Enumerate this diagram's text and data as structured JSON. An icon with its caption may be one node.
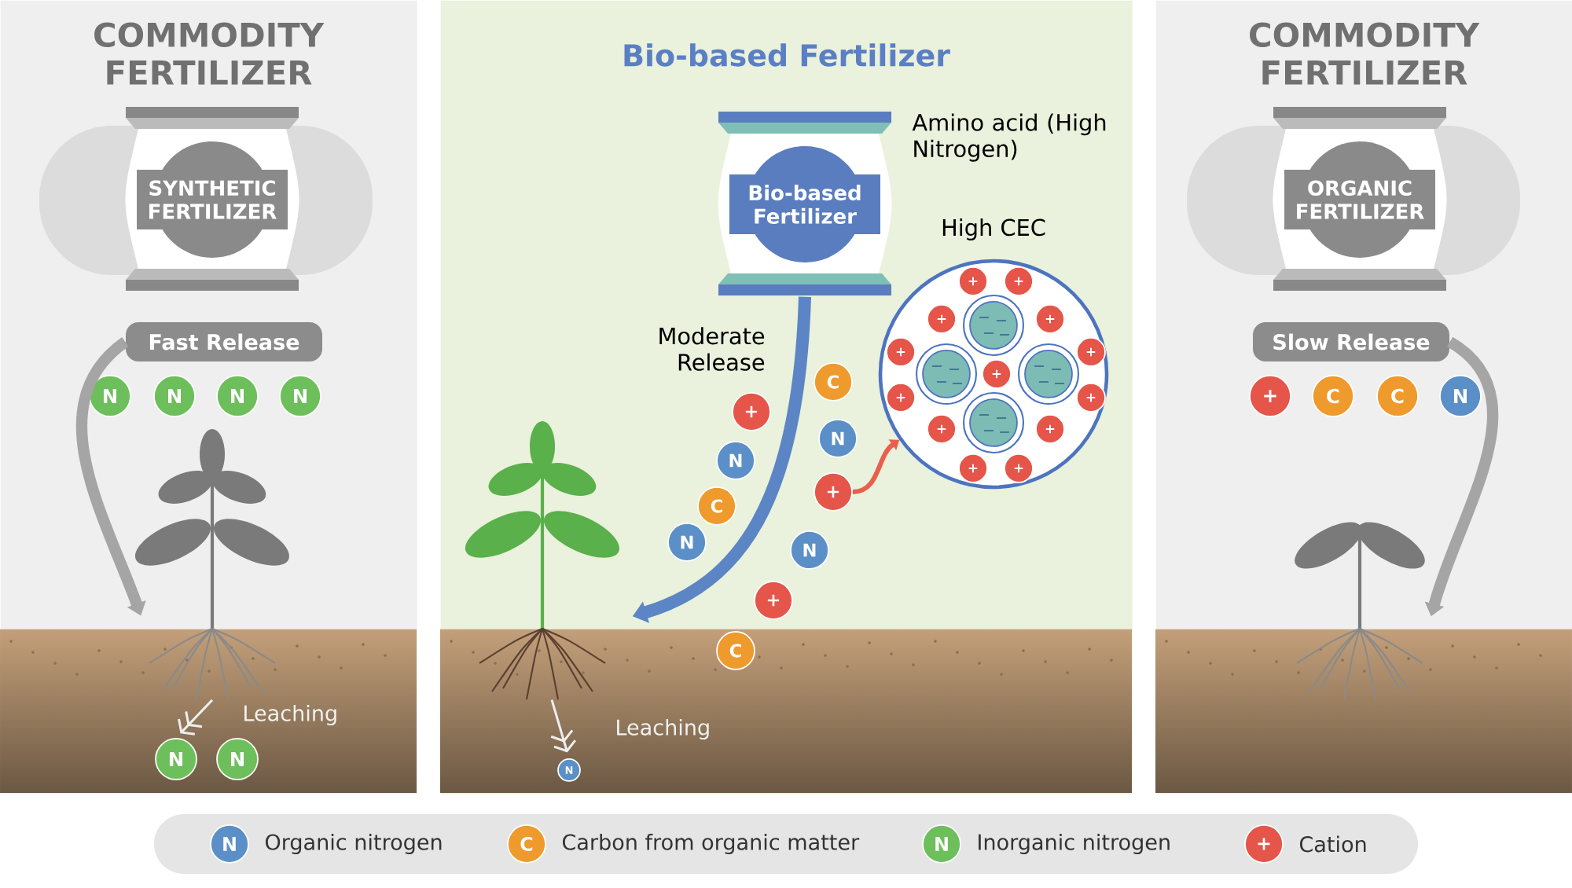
{
  "diagram": {
    "nodes": [
      {
        "text": [
          "COMMODITY FERTILIZER"
        ]
      },
      {
        "text": [
          "SYNTHETIC FERTILIZER"
        ],
        "in": 0
      },
      {
        "text": [
          "Fast Release"
        ],
        "in": 0
      },
      {
        "text": [
          "N"
        ],
        "in": 0
      },
      {
        "text": [
          "N"
        ],
        "in": 0
      },
      {
        "text": [
          "N"
        ],
        "in": 0
      },
      {
        "text": [
          "N"
        ],
        "in": 0
      },
      {
        "text": [],
        "shape": "picture",
        "in": 0
      },
      {
        "text": [
          "N"
        ],
        "in": 0
      },
      {
        "text": [
          "N"
        ],
        "in": 0
      },
      {
        "text": [
          "Bio-based Fertilizer"
        ]
      },
      {
        "text": [
          "Bio-based Fertilizer"
        ],
        "beside": [
          "Amino acid (High Nitrogen)"
        ],
        "in": 10
      },
      {
        "text": [
          "High CEC"
        ],
        "in": 10
      },
      {
        "text": [
          "+"
        ],
        "in": 12
      },
      {
        "text": [
          "+"
        ],
        "in": 12
      },
      {
        "text": [
          "+"
        ],
        "in": 12
      },
      {
        "text": [
          "+"
        ],
        "in": 12
      },
      {
        "text": [
          "+"
        ],
        "in": 12
      },
      {
        "text": [
          "+"
        ],
        "in": 12
      },
      {
        "text": [
          "+"
        ],
        "in": 12
      },
      {
        "text": [
          "+"
        ],
        "in": 12
      },
      {
        "text": [
          "+"
        ],
        "in": 12
      },
      {
        "text": [
          "+"
        ],
        "in": 12
      },
      {
        "text": [
          "+"
        ],
        "in": 12
      },
      {
        "text": [
          "+"
        ],
        "in": 12
      },
      {
        "text": [
          "+"
        ],
        "in": 12
      },
      {
        "text": [],
        "shape": "circle",
        "in": 12
      },
      {
        "text": [],
        "shape": "circle",
        "in": 12
      },
      {
        "text": [],
        "shape": "circle",
        "in": 12
      },
      {
        "text": [],
        "shape": "circle",
        "in": 12
      },
      {
        "text": [
          "C"
        ],
        "in": 10
      },
      {
        "text": [
          "+"
        ],
        "in": 10
      },
      {
        "text": [
          "N"
        ],
        "in": 10
      },
      {
        "text": [
          "N"
        ],
        "in": 10
      },
      {
        "text": [
          "+"
        ],
        "in": 10
      },
      {
        "text": [
          "C"
        ],
        "in": 10
      },
      {
        "text": [
          "N"
        ],
        "in": 10
      },
      {
        "text": [
          "N"
        ],
        "in": 10
      },
      {
        "text": [
          "+"
        ],
        "in": 10
      },
      {
        "text": [
          "C"
        ],
        "in": 10
      },
      {
        "text": [],
        "shape": "picture",
        "in": 10
      },
      {
        "text": [
          "N"
        ],
        "in": 10
      },
      {
        "text": [
          "COMMODITY FERTILIZER"
        ]
      },
      {
        "text": [
          "ORGANIC FERTILIZER"
        ],
        "in": 42
      },
      {
        "text": [
          "Slow Release"
        ],
        "in": 42
      },
      {
        "text": [
          "+"
        ],
        "in": 42
      },
      {
        "text": [
          "C"
        ],
        "in": 42
      },
      {
        "text": [
          "C"
        ],
        "in": 42
      },
      {
        "text": [
          "N"
        ],
        "in": 42
      },
      {
        "text": [],
        "shape": "picture",
        "in": 42
      }
    ],
    "edges": [
      {
        "from": 2,
        "to": 7,
        "arrow": "to",
        "style": "thick"
      },
      {
        "from": 11,
        "to": 40,
        "arrow": "to",
        "label": "Moderate Release",
        "style": "thick",
        "color": "#5b85c5"
      },
      {
        "from": 34,
        "to": 12,
        "arrow": "to",
        "color": "#e8604c"
      },
      {
        "from": 44,
        "to": 49,
        "arrow": "to",
        "style": "thick"
      },
      {
        "from": 7,
        "to": 8,
        "arrow": "to",
        "color": "#eeeeee"
      },
      {
        "from": 40,
        "to": 41,
        "arrow": "to",
        "color": "#eeeeee"
      }
    ],
    "labels": [
      "Leaching",
      "Leaching",
      "N",
      "C",
      "N",
      "+"
    ],
    "legend": [
      {
        "text": "Organic nitrogen",
        "color": "#5b8fc7"
      },
      {
        "text": "Carbon from organic matter",
        "color": "#ee9a2c"
      },
      {
        "text": "Inorganic nitrogen",
        "color": "#6cbf5a"
      },
      {
        "text": "Cation",
        "color": "#e5554a"
      }
    ]
  }
}
